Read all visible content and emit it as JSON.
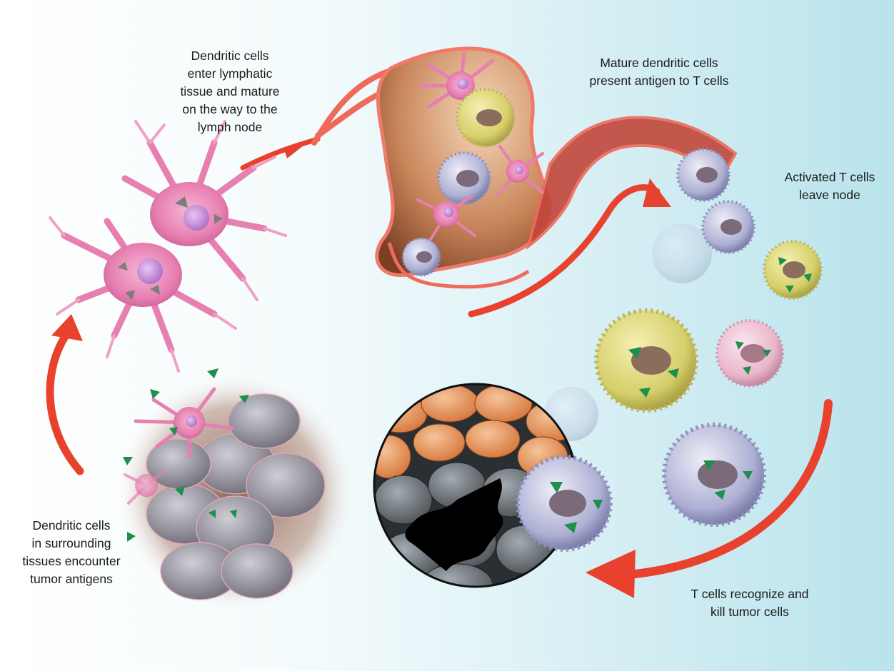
{
  "colors": {
    "background_left": "#ffffff",
    "background_right": "#b9e3ec",
    "arrow": "#e8412e",
    "dendritic_cell": "#e77fb1",
    "t_cell_yellow": "#d6cf6a",
    "t_cell_blue": "#aeb0d4",
    "t_cell_pink": "#e9b6cb",
    "tumor_gray": "#8f8e97",
    "healthy_orange": "#e68a4b",
    "antigen_green": "#1e8f4e",
    "lymph_node": "#c9865a"
  },
  "labels": {
    "step1": [
      "Dendritic cells",
      "in surrounding",
      "tissues encounter",
      "tumor antigens"
    ],
    "step2": [
      "Dendritic cells",
      "enter lymphatic",
      "tissue and mature",
      "on the way to the",
      "lymph node"
    ],
    "step3": [
      "Mature dendritic cells",
      "present antigen to T cells"
    ],
    "step4": [
      "Activated T cells",
      "leave node"
    ],
    "step5": [
      "T cells recognize and",
      "kill tumor cells"
    ]
  }
}
